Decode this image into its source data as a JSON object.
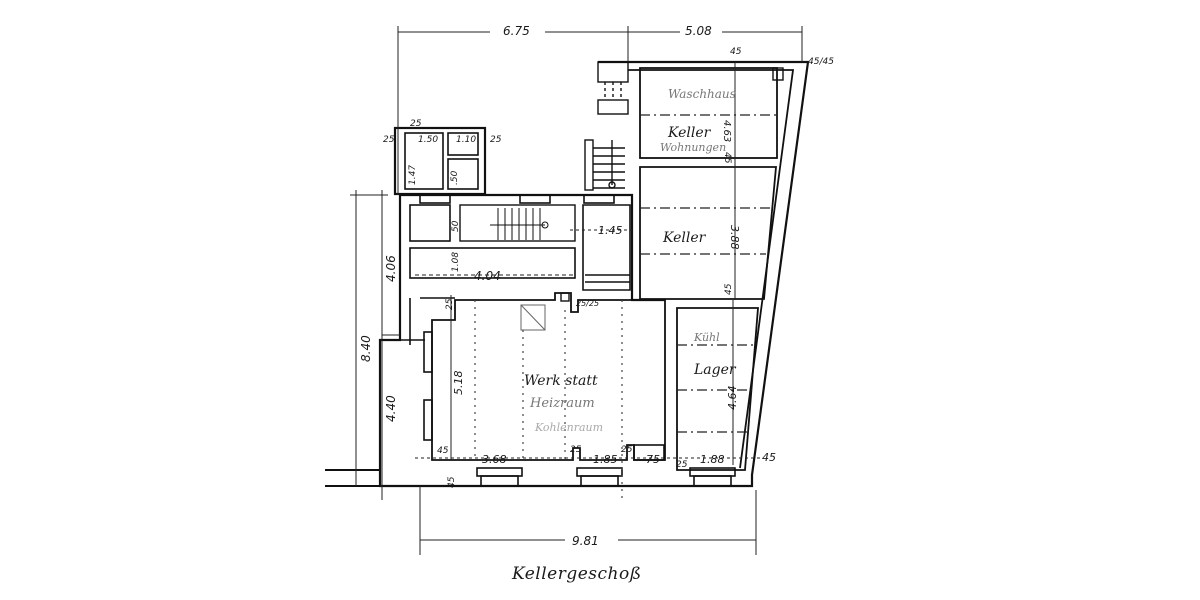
{
  "drawing": {
    "title": "Kellergeschoß",
    "type": "architectural floor plan (basement)"
  },
  "dimensions": {
    "top_overall_left": "6.75",
    "top_overall_right": "5.08",
    "top_wall": "45",
    "top_corner": "45/45",
    "left_overall": "8.40",
    "left_upper": "4.06",
    "left_lower": "4.40",
    "bottom_overall": "9.81",
    "small_block_left_wall": "25",
    "small_block_room1": "1.50",
    "small_block_room2": "1.10",
    "small_block_right_wall": "25",
    "small_block_height1": "1.47",
    "small_block_height2": ".50",
    "small_block_top": "25",
    "corridor_height": "1.08",
    "corridor_height2": "50",
    "corridor_width": "4.04",
    "stair_room_width": "1.45",
    "keller_upper_height": "4.63",
    "keller_upper_wall": "45",
    "keller_middle_height": "3.88",
    "keller_middle_wall": "45",
    "werkstatt_height": "5.18",
    "werkstatt_wall_top": "25",
    "pillar": "25/25",
    "lager_height": "4.64",
    "bottom_wall_left": "45",
    "bottom_wall_thick": "45",
    "bottom_w1": "3.68",
    "bottom_p1": "25",
    "bottom_w2": "1.85",
    "bottom_p2": "25",
    "bottom_w3": "75",
    "bottom_p3": "25",
    "bottom_w4": "1.88",
    "bottom_right_wall": "45"
  },
  "rooms": {
    "keller_upper": "Keller",
    "keller_upper_note1": "Waschhaus",
    "keller_upper_note2": "Wohnungen",
    "keller_middle": "Keller",
    "werkstatt": "Werk statt",
    "werkstatt_note1": "Heizraum",
    "werkstatt_note2": "Kohlenraum",
    "lager": "Lager",
    "lager_note": "Kühl"
  }
}
